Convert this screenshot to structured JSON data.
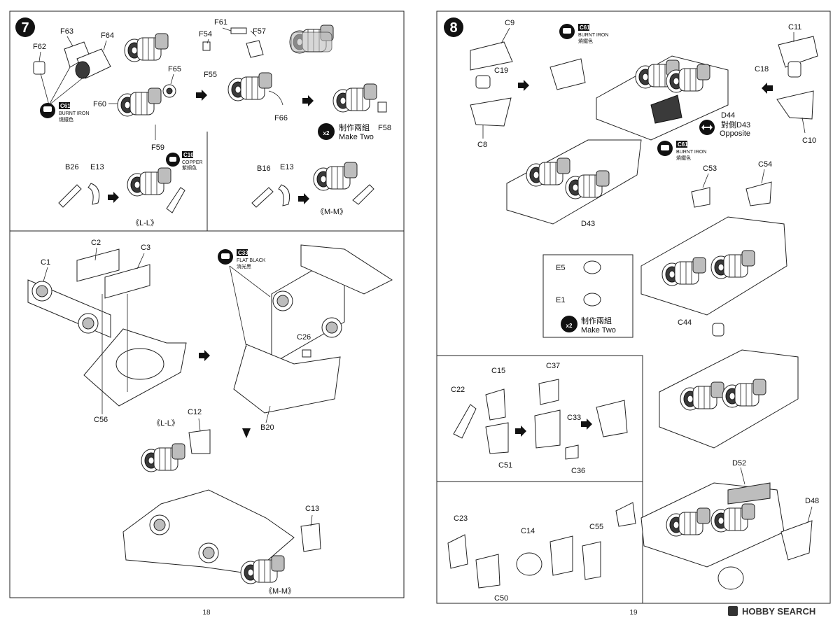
{
  "left_page": {
    "step_number": "7",
    "page_number": "18",
    "labels": {
      "f62": "F62",
      "f63": "F63",
      "f64": "F64",
      "f65": "F65",
      "f60": "F60",
      "f59": "F59",
      "f61": "F61",
      "f54": "F54",
      "f57": "F57",
      "f55": "F55",
      "f66": "F66",
      "f58": "F58",
      "b26": "B26",
      "e13a": "E13",
      "b16": "B16",
      "e13b": "E13",
      "c1": "C1",
      "c2": "C2",
      "c3": "C3",
      "c56": "C56",
      "c26": "C26",
      "b20": "B20",
      "c12": "C12",
      "c13": "C13"
    },
    "variants": {
      "ll_top": "《L-L》",
      "mm_top": "《M-M》",
      "ll_bottom": "《L-L》",
      "mm_bottom": "《M-M》"
    },
    "paint_callouts": {
      "c61_code": "C61",
      "c61_name": "BURNT IRON",
      "c61_cn": "燒鐵色",
      "c10_code": "C10",
      "c10_name": "COPPER",
      "c10_cn": "紫銅色",
      "c33_code": "C33",
      "c33_name": "FLAT BLACK",
      "c33_cn": "消光黑"
    },
    "make_two": {
      "count": "x2",
      "cn": "制作兩組",
      "en": "Make Two"
    }
  },
  "right_page": {
    "step_number": "8",
    "page_number": "19",
    "labels": {
      "c9": "C9",
      "c19": "C19",
      "c8": "C8",
      "c11": "C11",
      "c18": "C18",
      "c10": "C10",
      "d44": "D44",
      "d43_opp_cn": "對側D43",
      "opposite": "Opposite",
      "c53": "C53",
      "c54": "C54",
      "d43": "D43",
      "e5": "E5",
      "e1": "E1",
      "c44": "C44",
      "c15": "C15",
      "c22": "C22",
      "c37": "C37",
      "c33": "C33",
      "c51": "C51",
      "c36": "C36",
      "c23": "C23",
      "c14": "C14",
      "c55": "C55",
      "c50": "C50",
      "d52": "D52",
      "d48": "D48"
    },
    "paint_callouts": {
      "c61a_code": "C61",
      "c61a_name": "BURNT IRON",
      "c61a_cn": "燒鐵色",
      "c61b_code": "C61",
      "c61b_name": "BURNT IRON",
      "c61b_cn": "燒鐵色"
    },
    "make_two": {
      "count": "x2",
      "cn": "制作兩組",
      "en": "Make Two"
    }
  },
  "watermark": "HOBBY SEARCH"
}
